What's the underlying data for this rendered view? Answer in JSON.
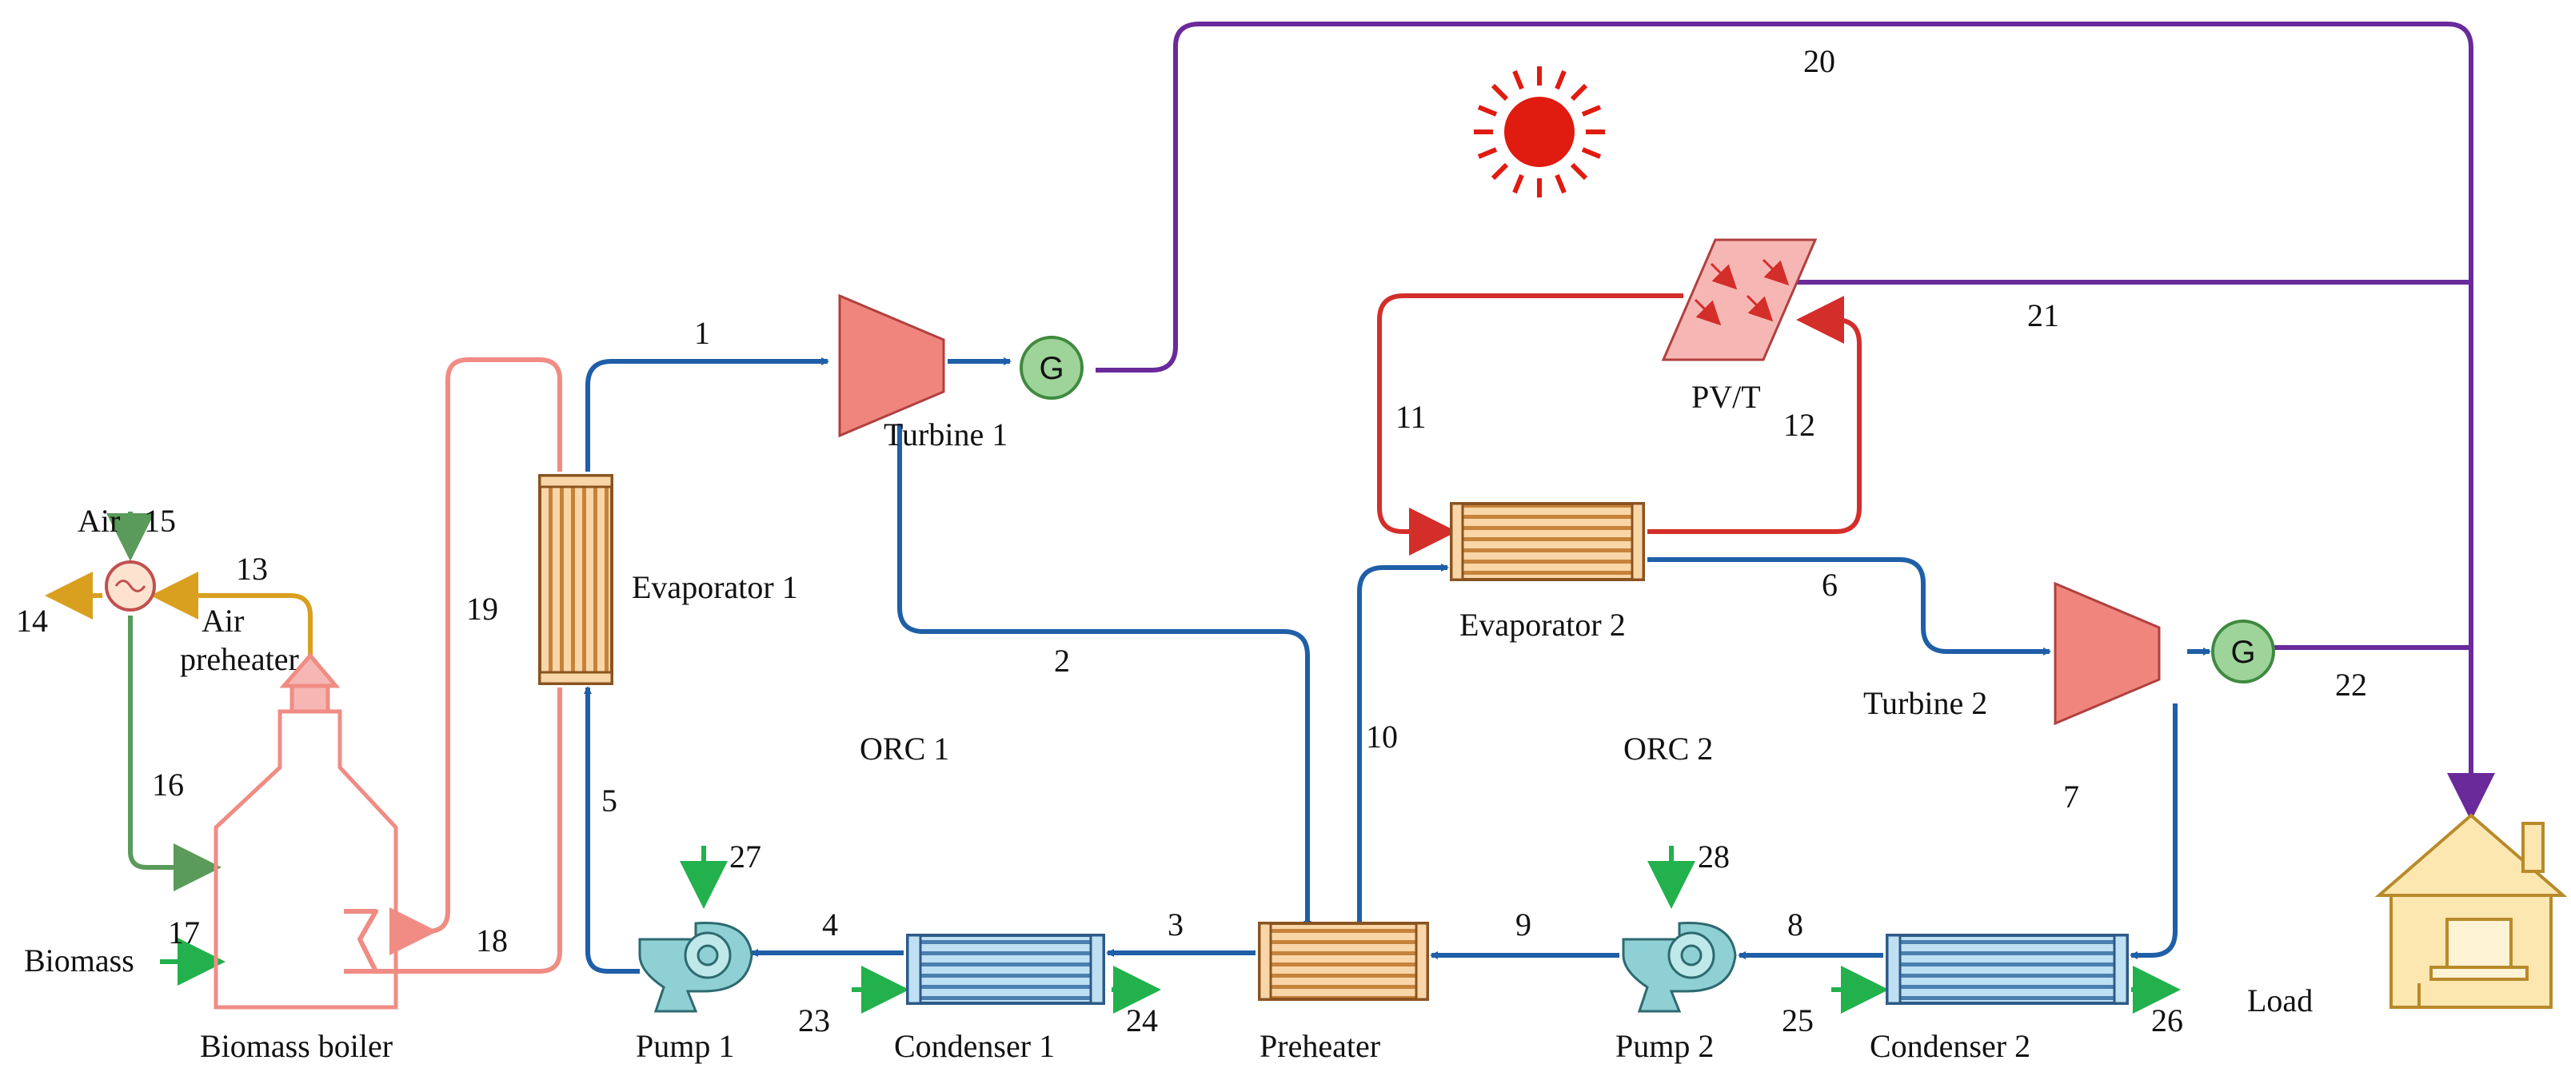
{
  "labels": {
    "air": "Air",
    "air_preheater_1": "Air",
    "air_preheater_2": "preheater",
    "evaporator_1": "Evaporator 1",
    "evaporator_2": "Evaporator 2",
    "turbine_1": "Turbine 1",
    "turbine_2": "Turbine 2",
    "generator": "G",
    "pvt": "PV/T",
    "orc_1": "ORC 1",
    "orc_2": "ORC 2",
    "biomass": "Biomass",
    "biomass_boiler": "Biomass boiler",
    "pump_1": "Pump 1",
    "pump_2": "Pump 2",
    "condenser_1": "Condenser 1",
    "condenser_2": "Condenser 2",
    "preheater": "Preheater",
    "load": "Load"
  },
  "states": {
    "s1": "1",
    "s2": "2",
    "s3": "3",
    "s4": "4",
    "s5": "5",
    "s6": "6",
    "s7": "7",
    "s8": "8",
    "s9": "9",
    "s10": "10",
    "s11": "11",
    "s12": "12",
    "s13": "13",
    "s14": "14",
    "s15": "15",
    "s16": "16",
    "s17": "17",
    "s18": "18",
    "s19": "19",
    "s20": "20",
    "s21": "21",
    "s22": "22",
    "s23": "23",
    "s24": "24",
    "s25": "25",
    "s26": "26",
    "s27": "27",
    "s28": "28"
  },
  "colors": {
    "orc_working_fluid": "#1f5fa8",
    "hot_flue_gas": "#f08c84",
    "solar_loop": "#d42e2a",
    "electricity": "#6a2a9a",
    "air_path": "#5a9a5a",
    "exhaust": "#d9a020",
    "cooling_water": "#22b14c",
    "sun": "#e01b10"
  }
}
